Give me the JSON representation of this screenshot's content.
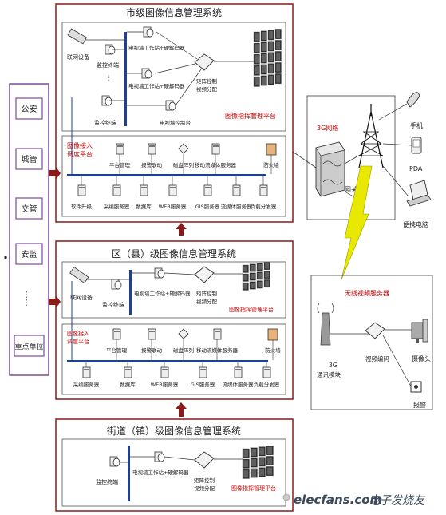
{
  "sidebar": {
    "items": [
      "公安",
      "城管",
      "交管",
      "安监",
      "……",
      "重点单位"
    ],
    "marker": "▪"
  },
  "city": {
    "title": "市级图像信息管理系统",
    "upper": {
      "network_device": "联网设备",
      "monitor_terminal": "监控终端",
      "monitor_terminal2": "监控终端",
      "tvwall_workstation1": "电视墙工作站+硬解码器",
      "tvwall_workstation2": "电视墙工作站+硬解码器",
      "tvwall_console": "电视墙控制台",
      "matrix": "矩阵控制\n视频分配",
      "platform": "图像指挥管理平台"
    },
    "access": {
      "title": "图像接入\n调度平台",
      "top": [
        "平台管理",
        "报警联动",
        "磁盘阵列",
        "移动流媒体服务器",
        "防火墙"
      ],
      "bottom": [
        "软件升级",
        "采编服务器",
        "数据库",
        "WEB服务器",
        "GIS服务器",
        "流媒体服务器",
        "负载分发器"
      ]
    }
  },
  "district": {
    "title": "区（县）级图像信息管理系统",
    "upper": {
      "network_device": "联网设备",
      "monitor_terminal": "监控终端",
      "tvwall_workstation": "电视墙工作站+硬解码器",
      "matrix": "矩阵控制\n视频分配",
      "platform": "图像指挥管理平台"
    },
    "access": {
      "title": "图像接入\n调度平台",
      "top": [
        "平台管理",
        "报警联动",
        "磁盘阵列",
        "移动流媒体服务器",
        "防火墙"
      ],
      "bottom": [
        "采编服务器",
        "数据库",
        "WEB服务器",
        "GIS服务器",
        "流媒体服务器",
        "负载分发器"
      ]
    }
  },
  "street": {
    "title": "街道（镇）级图像信息管理系统",
    "monitor_terminal": "监控终端",
    "tvwall_workstation": "电视墙工作站+硬解码器",
    "matrix": "矩阵控制\n视频分配",
    "platform": "图像指挥管理平台"
  },
  "network": {
    "label": "3G网络",
    "gateway": "网关",
    "devices": [
      "手机",
      "PDA",
      "便携电脑"
    ]
  },
  "wireless": {
    "title": "无线视频服务器",
    "module": "3G\n通讯模块",
    "encoder": "视频编码",
    "camera": "摄像头",
    "alarm": "报警"
  },
  "watermark": {
    "site": "elecfans.com",
    "cn": "电子发烧友"
  },
  "colors": {
    "frame": "#8b1a1a",
    "sidebar": "#7d4a9c",
    "accent": "#cc0000",
    "bus": "#1f3f8f",
    "lightning": "#e8e800",
    "gateway": "#cccccc"
  }
}
